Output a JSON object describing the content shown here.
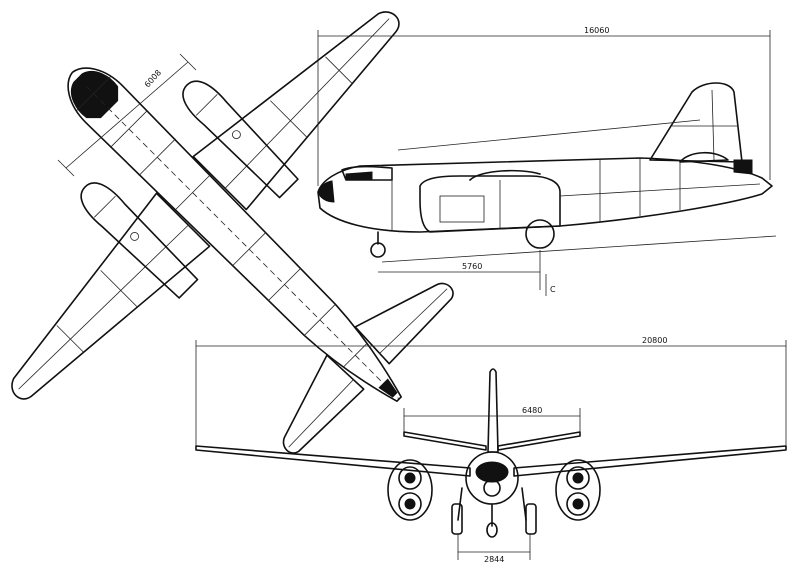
{
  "dimensions": {
    "length": "16060",
    "wingspan": "20800",
    "tail_span": "6480",
    "wheelbase": "5760",
    "track": "2844",
    "engine_spacing": "6008"
  },
  "datum_mark": "C"
}
